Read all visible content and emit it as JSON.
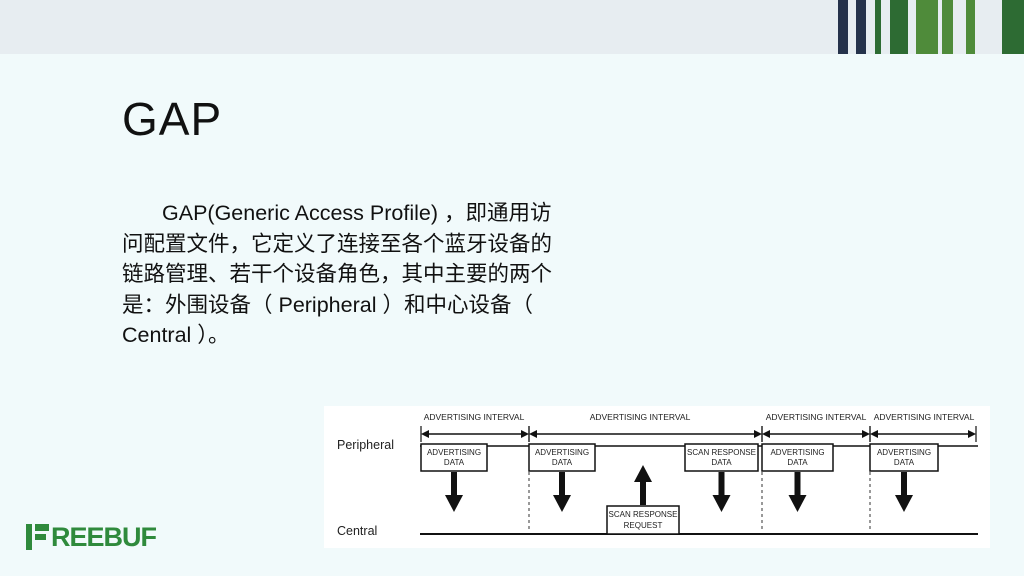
{
  "slide": {
    "title": "GAP",
    "body": "GAP(Generic Access Profile) ，即通用访问配置文件，它定义了连接至各个蓝牙设备的链路管理、若干个设备角色，其中主要的两个是：外围设备（ Peripheral ）和中心设备（ Central ）。"
  },
  "diagram": {
    "peripheral_label": "Peripheral",
    "central_label": "Central",
    "intervals": [
      "ADVERTISING INTERVAL",
      "ADVERTISING INTERVAL",
      "ADVERTISING INTERVAL",
      "ADVERTISING INTERVAL"
    ],
    "boxes": [
      [
        "ADVERTISING",
        "DATA"
      ],
      [
        "ADVERTISING",
        "DATA"
      ],
      [
        "SCAN RESPONSE",
        "DATA"
      ],
      [
        "ADVERTISING",
        "DATA"
      ],
      [
        "ADVERTISING",
        "DATA"
      ]
    ],
    "request_box": [
      "SCAN RESPONSE",
      "REQUEST"
    ]
  },
  "logo": {
    "text": "REEBUF"
  },
  "colors": {
    "background": "#f1fafb",
    "top_band": "#e7edf1",
    "deco_navy": "#25324b",
    "deco_green_dark": "#2d6b33",
    "deco_green_light": "#4f8b3a",
    "logo_green": "#2f8a3c"
  }
}
